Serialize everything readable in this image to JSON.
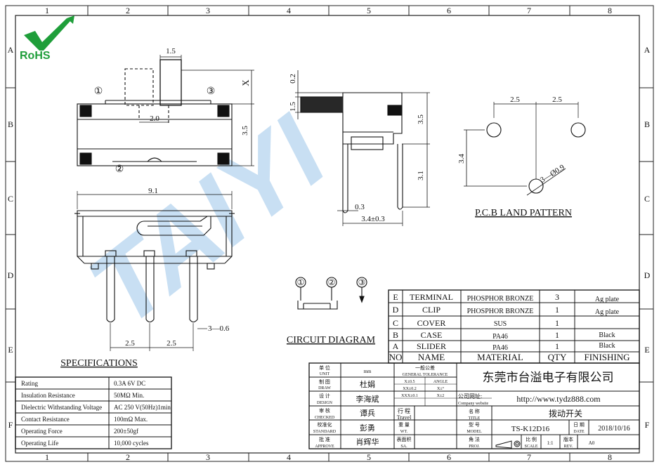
{
  "frame": {
    "cols": [
      "1",
      "2",
      "3",
      "4",
      "5",
      "6",
      "7",
      "8"
    ],
    "rows": [
      "A",
      "B",
      "C",
      "D",
      "E",
      "F"
    ]
  },
  "logo": {
    "text": "RoHS",
    "color": "#1f9e3a"
  },
  "watermark": {
    "text": "TAIYI",
    "color": "#9cc6ea"
  },
  "top_view": {
    "dim_width": "1.5",
    "dim_pitch": "2.0",
    "dim_height": "3.5",
    "dim_x": "X",
    "pin1": "①",
    "pin2": "②",
    "pin3": "③"
  },
  "side_view": {
    "dim_02": "0.2",
    "dim_15": "1.5",
    "dim_35": "3.5",
    "dim_34": "3.4",
    "dim_31": "3.1",
    "dim_03": "0.3",
    "dim_34tol": "3.4±0.3"
  },
  "front_view": {
    "dim_91": "9.1",
    "dim_25a": "2.5",
    "dim_25b": "2.5",
    "dim_hole": "3—0.6"
  },
  "pcb": {
    "dim_25a": "2.5",
    "dim_25b": "2.5",
    "dim_34": "3.4",
    "dim_hole": "3—Ø0.9",
    "title": "P.C.B LAND PATTERN"
  },
  "circuit": {
    "title": "CIRCUIT DIAGRAM",
    "n1": "①",
    "n2": "②",
    "n3": "③"
  },
  "specifications": {
    "title": "SPECIFICATIONS",
    "rows": [
      {
        "label": "Rating",
        "value": "0.3A 6V DC"
      },
      {
        "label": "Insulation Resistance",
        "value": "50MΩ Min."
      },
      {
        "label": "Dielectric Withstanding Voltage",
        "value": "AC 250 V(50Hz)1min"
      },
      {
        "label": "Contact Resistance",
        "value": "100mΩ Max."
      },
      {
        "label": "Operating Force",
        "value": "200±50gf"
      },
      {
        "label": "Operating Life",
        "value": "10,000 cycles"
      }
    ]
  },
  "bom": {
    "header": {
      "no": "NO",
      "name": "NAME",
      "material": "MATERIAL",
      "qty": "QTY",
      "finishing": "FINISHING"
    },
    "rows": [
      {
        "no": "E",
        "name": "TERMINAL",
        "material": "PHOSPHOR BRONZE",
        "qty": "3",
        "finishing": "Ag plate"
      },
      {
        "no": "D",
        "name": "CLIP",
        "material": "PHOSPHOR BRONZE",
        "qty": "1",
        "finishing": "Ag plate"
      },
      {
        "no": "C",
        "name": "COVER",
        "material": "SUS",
        "qty": "1",
        "finishing": ""
      },
      {
        "no": "B",
        "name": "CASE",
        "material": "PA46",
        "qty": "1",
        "finishing": "Black"
      },
      {
        "no": "A",
        "name": "SLIDER",
        "material": "PA46",
        "qty": "1",
        "finishing": "Black"
      }
    ]
  },
  "title_block": {
    "unit_label": "单  位",
    "unit_label_en": "UNIT",
    "unit_value": "mm",
    "tol_title": "一般公差",
    "tol_title_en": "GENERAL TOLERANCE",
    "tol": [
      "X±0.5",
      "ANGLE",
      "XX±0.2",
      "X±°",
      "XXX±0.1",
      "X±2"
    ],
    "company": "东莞市台溢电子有限公司",
    "draw_label": "制  图",
    "draw_label_en": "DRAW",
    "draw_value": "杜娟",
    "design_label": "设  计",
    "design_label_en": "DESIGN",
    "design_value": "李海斌",
    "website_label": "公司网址:",
    "website_label_en": "Company website",
    "website": "http://www.tydz888.com",
    "check_label": "审  核",
    "check_label_en": "CHECKED",
    "check_value": "谭兵",
    "travel_label": "行  程",
    "travel_label_en": "Travel",
    "name_label": "名  称",
    "name_label_en": "TITLE",
    "name_value": "拨动开关",
    "std_label": "校准化",
    "std_label_en": "STANDARD",
    "std_value": "彭勇",
    "wt_label": "重  量",
    "wt_label_en": "WT.",
    "model_label": "型  号",
    "model_label_en": "MODEL",
    "model_value": "TS-K12D16",
    "date_label": "日  期",
    "date_label_en": "DATE",
    "date_value": "2018/10/16",
    "approve_label": "批  准",
    "approve_label_en": "APPROVE",
    "approve_value": "肖辉华",
    "surface_label": "表面积",
    "surface_label_en": "SA.",
    "proj_label": "角  法",
    "proj_label_en": "PROJ.",
    "scale_label": "比  例",
    "scale_label_en": "SCALE",
    "scale_value": "1:1",
    "rev_label": "版本",
    "rev_label_en": "REV.",
    "rev_value": "A0"
  }
}
